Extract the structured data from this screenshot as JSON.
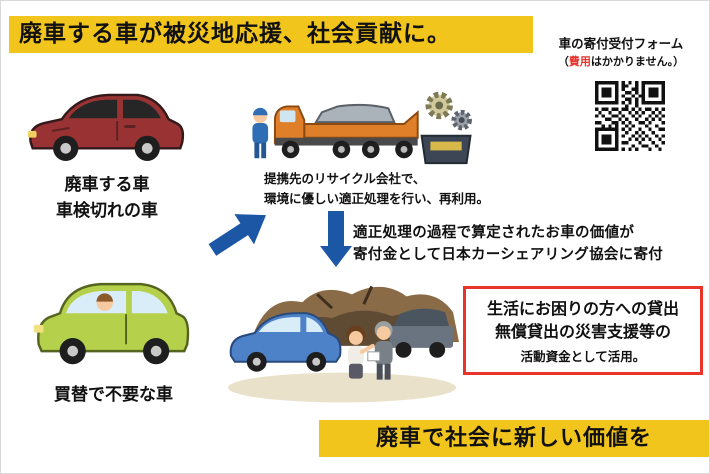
{
  "header": {
    "title": "廃車する車が被災地応援、社会貢献に。"
  },
  "qr": {
    "title": "車の寄付受付フォーム",
    "note_open": "（",
    "note_highlight": "費用",
    "note_rest": "はかかりません。）"
  },
  "scrap_car": {
    "label1": "廃車する車",
    "label2": "車検切れの車"
  },
  "recycle": {
    "caption1": "提携先のリサイクル会社で、",
    "caption2": "環境に優しい適正処理を行い、再利用。"
  },
  "donation": {
    "line1": "適正処理の過程で算定されたお車の価値が",
    "line2": "寄付金として日本カーシェアリング協会に寄付"
  },
  "replace_car": {
    "label": "買替で不要な車"
  },
  "support": {
    "line1": "生活にお困りの方への貸出",
    "line2": "無償貸出の災害支援等の",
    "line3": "活動資金として活用。"
  },
  "footer": {
    "title": "廃車で社会に新しい価値を"
  },
  "colors": {
    "banner_yellow": "#f2c51d",
    "highlight_red": "#e8342b",
    "arrow_blue": "#1c57a6",
    "support_border_red": "#e8342b"
  }
}
